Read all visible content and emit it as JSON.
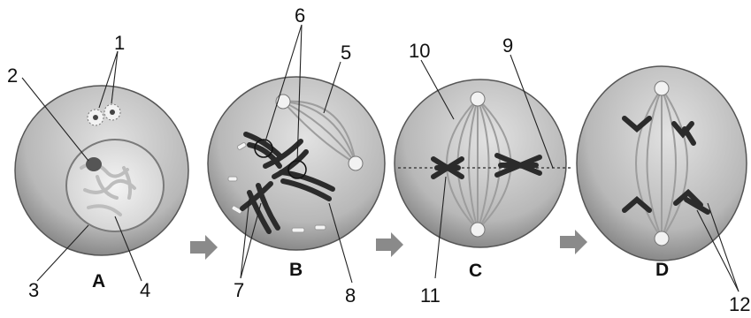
{
  "stages": [
    {
      "id": "A",
      "label": "A"
    },
    {
      "id": "B",
      "label": "B"
    },
    {
      "id": "C",
      "label": "C"
    },
    {
      "id": "D",
      "label": "D"
    }
  ],
  "callouts": [
    "1",
    "2",
    "3",
    "4",
    "5",
    "6",
    "7",
    "8",
    "9",
    "10",
    "11",
    "12"
  ],
  "colors": {
    "cell_outer": "#6f6f6f",
    "cell_inner": "#c9c9c9",
    "nucleus": "#e9e9e9",
    "chromosome": "#2b2b2b",
    "arrow": "#8a8a8a"
  }
}
